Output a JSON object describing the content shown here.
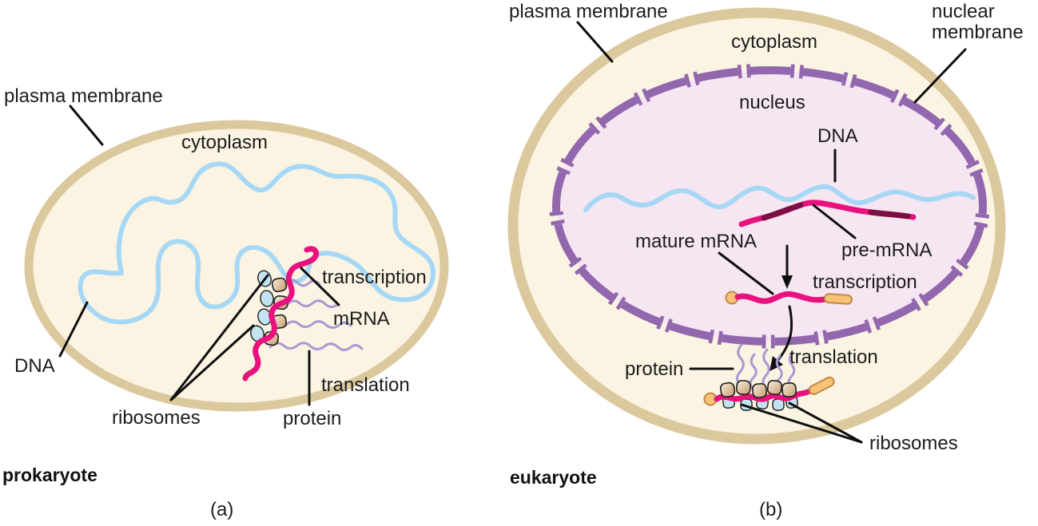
{
  "figure": {
    "panel_a": {
      "caption": "prokaryote",
      "tag": "(a)",
      "labels": {
        "plasma_membrane": "plasma membrane",
        "cytoplasm": "cytoplasm",
        "transcription": "transcription",
        "mrna": "mRNA",
        "dna": "DNA",
        "ribosomes": "ribosomes",
        "translation": "translation",
        "protein": "protein"
      }
    },
    "panel_b": {
      "caption": "eukaryote",
      "tag": "(b)",
      "labels": {
        "plasma_membrane": "plasma membrane",
        "nuclear_membrane_line1": "nuclear",
        "nuclear_membrane_line2": "membrane",
        "cytoplasm": "cytoplasm",
        "nucleus": "nucleus",
        "dna": "DNA",
        "mature_mrna": "mature mRNA",
        "pre_mrna": "pre-mRNA",
        "transcription": "transcription",
        "translation": "translation",
        "protein": "protein",
        "ribosomes": "ribosomes"
      }
    },
    "colors": {
      "membrane_tan": "#DCC89D",
      "cytoplasm_cream": "#FBF4E2",
      "nucleus_fill": "#F5E6F2",
      "nuclear_membrane_purple": "#9267AE",
      "dna_blue": "#A6D8F5",
      "mrna_magenta": "#E9117D",
      "intron_maroon": "#7A0F42",
      "protein_purple": "#A79AD2",
      "ribosome_tan": "#C69C6D",
      "ribosome_blue": "#C3E2F2",
      "mrna_cap_orange": "#F8C377",
      "label_text": "#1C1C1C"
    }
  }
}
